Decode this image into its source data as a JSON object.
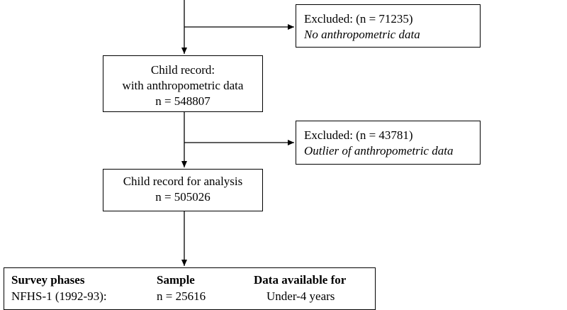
{
  "flowchart": {
    "exclusion_1": {
      "line1": "Excluded: (n = 71235)",
      "line2": "No anthropometric data"
    },
    "record_1": {
      "line1": "Child record:",
      "line2": "with anthropometric data",
      "line3": "n = 548807"
    },
    "exclusion_2": {
      "line1": "Excluded: (n = 43781)",
      "line2": "Outlier of anthropometric data"
    },
    "record_2": {
      "line1": "Child record for analysis",
      "line2": "n = 505026"
    },
    "phases_table": {
      "headers": [
        "Survey phases",
        "Sample",
        "Data available for"
      ],
      "rows": [
        [
          "NFHS-1 (1992-93):",
          "n = 25616",
          "Under-4 years"
        ]
      ]
    }
  }
}
